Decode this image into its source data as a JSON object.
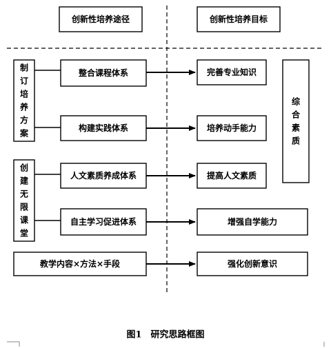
{
  "header": {
    "left": "创新性培养途径",
    "right": "创新性培养目标"
  },
  "left_groups": {
    "plan": "制订培养方案",
    "classroom": "创建无限课堂"
  },
  "approaches": [
    "整合课程体系",
    "构建实践体系",
    "人文素质养成体系",
    "自主学习促进体系",
    "教学内容×方法×手段"
  ],
  "goals": [
    "完善专业知识",
    "培养动手能力",
    "提高人文素质",
    "增强自学能力",
    "强化创新意识"
  ],
  "summary": "综合素质",
  "caption": "图1　研究思路框图"
}
